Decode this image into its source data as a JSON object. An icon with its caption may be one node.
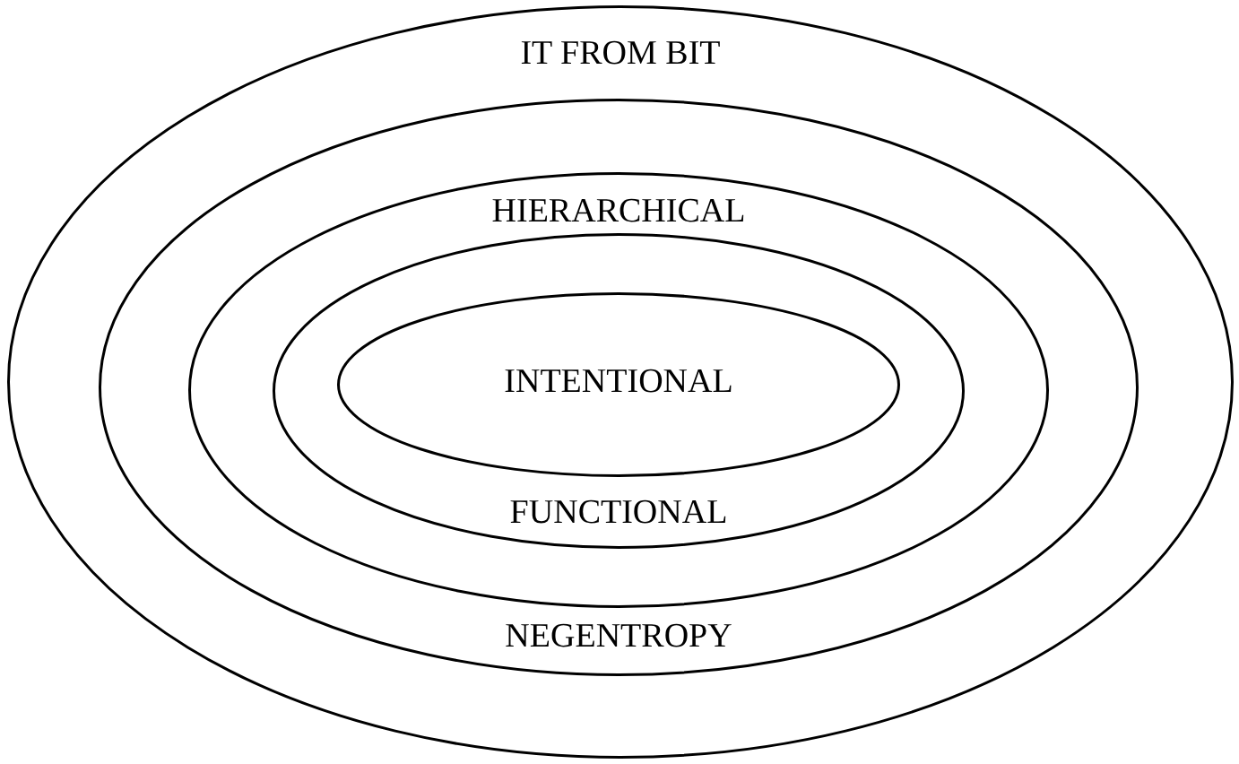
{
  "diagram": {
    "nodes": [
      {
        "text": [
          "IT FROM BIT"
        ]
      },
      {
        "text": [
          "NEGENTROPY"
        ],
        "in": 0
      },
      {
        "text": [
          "HIERARCHICAL"
        ],
        "in": 1
      },
      {
        "text": [
          "FUNCTIONAL"
        ],
        "in": 2
      },
      {
        "text": [
          "INTENTIONAL"
        ],
        "in": 3
      }
    ]
  }
}
